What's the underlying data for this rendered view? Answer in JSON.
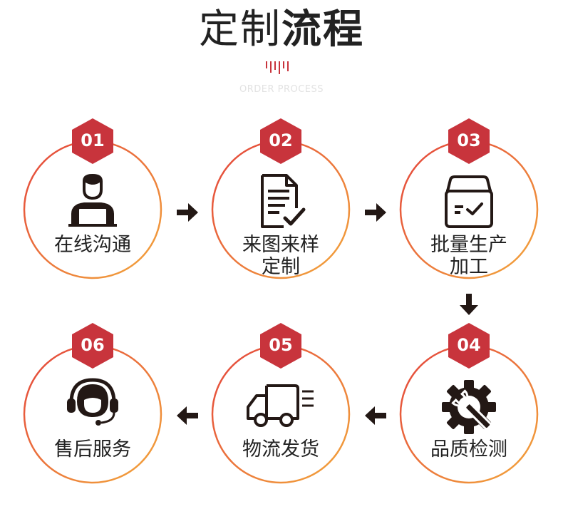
{
  "header": {
    "title_light": "定制",
    "title_bold": "流程",
    "subtitle": "ORDER PROCESS"
  },
  "colors": {
    "badge": "#c8343c",
    "ring_start": "#e44a3c",
    "ring_end": "#f2a63a",
    "arrow": "#231815",
    "text": "#222222"
  },
  "steps": [
    {
      "num": "01",
      "label": "在线沟通",
      "icon": "customer-service-person-icon"
    },
    {
      "num": "02",
      "label": "来图来样定制",
      "label_line1": "来图来样",
      "label_line2": "定制",
      "icon": "document-check-icon"
    },
    {
      "num": "03",
      "label": "批量生产加工",
      "label_line1": "批量生产",
      "label_line2": "加工",
      "icon": "box-check-icon"
    },
    {
      "num": "04",
      "label": "品质检测",
      "icon": "gear-wrench-icon"
    },
    {
      "num": "05",
      "label": "物流发货",
      "icon": "delivery-truck-icon"
    },
    {
      "num": "06",
      "label": "售后服务",
      "icon": "headset-icon"
    }
  ]
}
